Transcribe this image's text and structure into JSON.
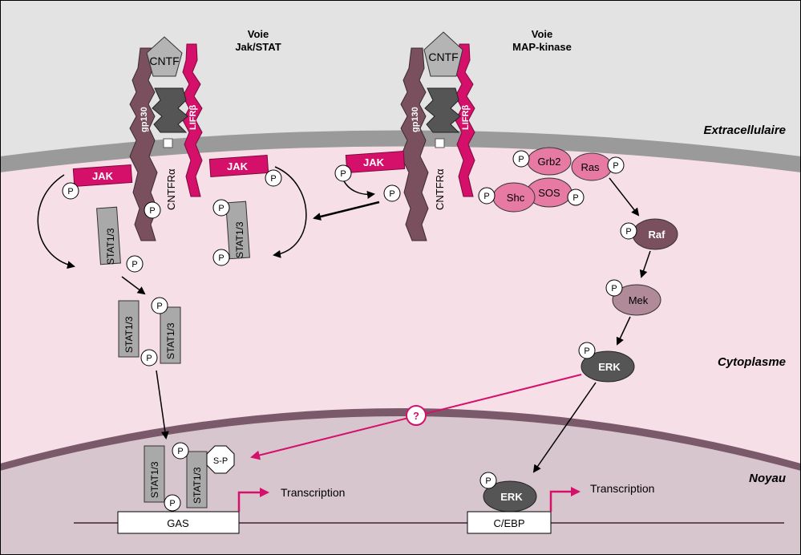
{
  "pathways": {
    "jakstat": {
      "line1": "Voie",
      "line2": "Jak/STAT"
    },
    "mapk": {
      "line1": "Voie",
      "line2": "MAP-kinase"
    }
  },
  "compartments": {
    "extracellular": "Extracellulaire",
    "cytoplasm": "Cytoplasme",
    "nucleus": "Noyau"
  },
  "receptor": {
    "ligand": "CNTF",
    "gp130": "gp130",
    "lifr": "LIFRβ",
    "cntfr": "CNTFRα"
  },
  "jak": "JAK",
  "p": "P",
  "stat": "STAT1/3",
  "sp": "S-P",
  "mapk_proteins": {
    "grb2": "Grb2",
    "ras": "Ras",
    "sos": "SOS",
    "shc": "Shc",
    "raf": "Raf",
    "mek": "Mek",
    "erk": "ERK"
  },
  "question": "?",
  "promoters": {
    "gas": "GAS",
    "cebp": "C/EBP"
  },
  "transcription": "Transcription",
  "colors": {
    "extracellular": "#e3e3e3",
    "membrane": "#9a9a9a",
    "cytoplasm": "#f7dfe8",
    "nuclear_membrane": "#7a5a6a",
    "nucleus": "#d8c6ce",
    "magenta": "#d4106a",
    "gp130": "#7a4f5e",
    "pink_protein": "#e67aa3",
    "mek": "#b08a99",
    "erk": "#555555"
  }
}
